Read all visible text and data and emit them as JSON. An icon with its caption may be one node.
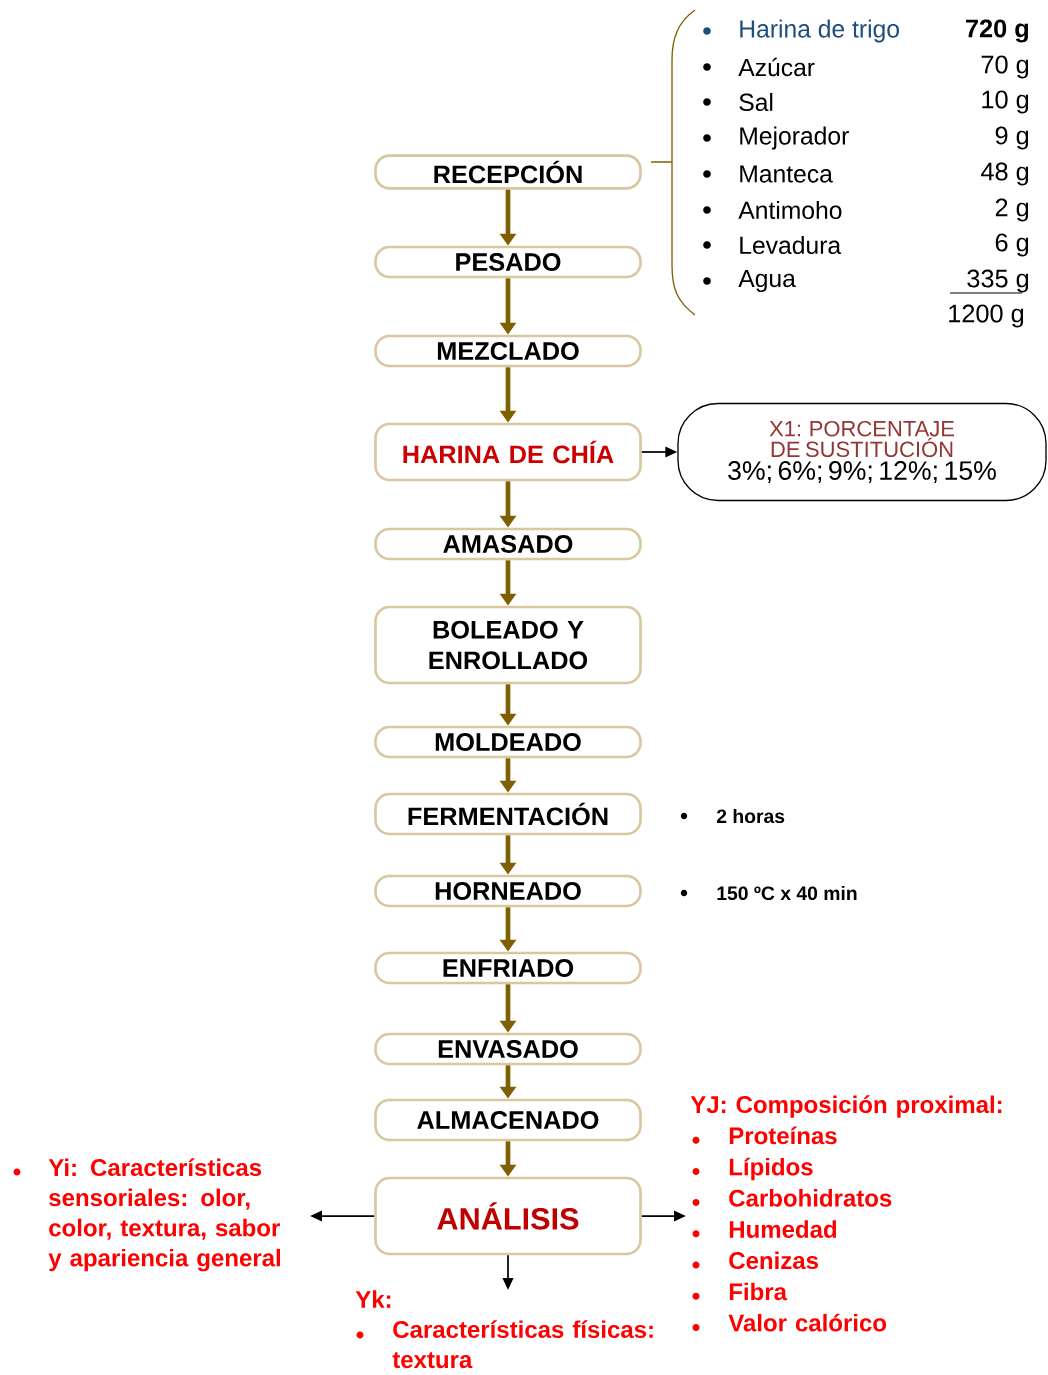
{
  "diagram": {
    "nodes": [
      {
        "text": [
          "RECEPCIÓN"
        ]
      },
      {
        "text": [
          "PESADO"
        ]
      },
      {
        "text": [
          "MEZCLADO"
        ]
      },
      {
        "text": [
          "HARINA DE CHÍA"
        ]
      },
      {
        "text": [
          "X1: PORCENTAJE DE SUSTITUCIÓN",
          "3%;  6%;  9%;  12%;  15%"
        ]
      },
      {
        "text": [
          "AMASADO"
        ]
      },
      {
        "text": [
          "BOLEADO Y ENROLLADO"
        ]
      },
      {
        "text": [
          "MOLDEADO"
        ]
      },
      {
        "text": [
          "FERMENTACIÓN"
        ],
        "beside": [
          "2 horas"
        ]
      },
      {
        "text": [
          "HORNEADO"
        ],
        "beside": [
          "150 ºC  x 40 min"
        ]
      },
      {
        "text": [
          "ENFRIADO"
        ]
      },
      {
        "text": [
          "ENVASADO"
        ]
      },
      {
        "text": [
          "ALMACENADO"
        ]
      },
      {
        "text": [
          "ANÁLISIS"
        ]
      },
      {
        "text": [
          "Yi: Características sensoriales: olor, color, textura,  sabor y apariencia general"
        ]
      },
      {
        "text": [
          "YJ: Composición proximal:",
          "Proteínas",
          "Lípidos",
          "Carbohidratos",
          "Humedad",
          "Cenizas",
          "Fibra",
          "Valor calórico"
        ]
      },
      {
        "text": [
          "Yk:",
          "Características físicas: textura"
        ]
      }
    ],
    "edges": [
      {
        "from": 0,
        "to": 1,
        "arrow": "to"
      },
      {
        "from": 1,
        "to": 2,
        "arrow": "to"
      },
      {
        "from": 2,
        "to": 3,
        "arrow": "to"
      },
      {
        "from": 3,
        "to": 4,
        "arrow": "to",
        "color": "#000000"
      },
      {
        "from": 3,
        "to": 5,
        "arrow": "to"
      },
      {
        "from": 5,
        "to": 6,
        "arrow": "to"
      },
      {
        "from": 6,
        "to": 7,
        "arrow": "to"
      },
      {
        "from": 7,
        "to": 8,
        "arrow": "to"
      },
      {
        "from": 8,
        "to": 9,
        "arrow": "to"
      },
      {
        "from": 9,
        "to": 10,
        "arrow": "to"
      },
      {
        "from": 10,
        "to": 11,
        "arrow": "to"
      },
      {
        "from": 11,
        "to": 12,
        "arrow": "to"
      },
      {
        "from": 12,
        "to": 13,
        "arrow": "to"
      },
      {
        "from": 13,
        "to": 14,
        "arrow": "to",
        "color": "#000000"
      },
      {
        "from": 13,
        "to": 15,
        "arrow": "to",
        "color": "#000000"
      },
      {
        "from": 13,
        "to": 16,
        "arrow": "to",
        "color": "#000000"
      }
    ],
    "labels": [
      "Harina de trigo",
      "720 g",
      "Azúcar",
      "70 g",
      "Sal",
      "10 g",
      "Mejorador",
      "9 g",
      "Manteca",
      "48 g",
      "Antimoho",
      "2 g",
      "Levadura",
      "6 g",
      "Agua",
      "335 g",
      "1200 g"
    ]
  }
}
